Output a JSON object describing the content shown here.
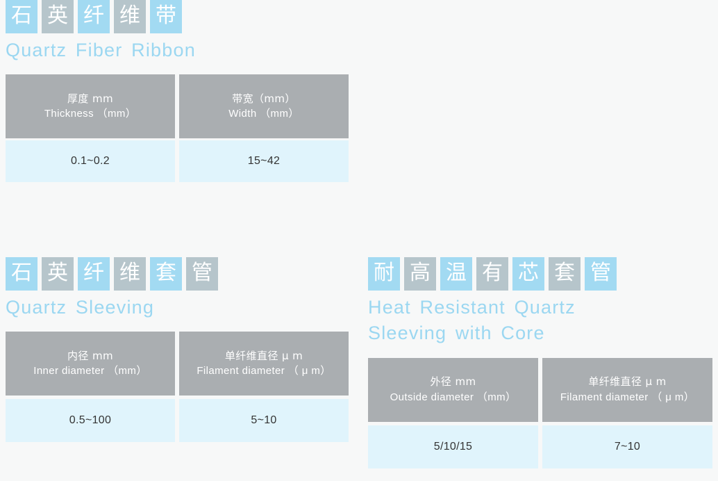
{
  "theme": {
    "page_background": "#f7f8f8",
    "tile_blue": "#a2daf2",
    "tile_gray": "#b6c5cb",
    "english_title_color": "#9bd7f1",
    "table_header_background": "#aaaeb1",
    "table_header_text": "#ffffff",
    "table_body_background": "#e0f4fc",
    "table_body_text": "#333333"
  },
  "sections": [
    {
      "id": "ribbon",
      "cjk_characters": [
        {
          "char": "石",
          "tone": "blue"
        },
        {
          "char": "英",
          "tone": "gray"
        },
        {
          "char": "纤",
          "tone": "blue"
        },
        {
          "char": "维",
          "tone": "gray"
        },
        {
          "char": "带",
          "tone": "blue"
        }
      ],
      "english_title": "Quartz  Fiber  Ribbon",
      "table": {
        "columns": [
          {
            "header_cn": "厚度 mm",
            "header_en": "Thickness （mm）",
            "value": "0.1~0.2"
          },
          {
            "header_cn": "带宽（mm）",
            "header_en": "Width （mm）",
            "value": "15~42"
          }
        ]
      }
    },
    {
      "id": "sleeving",
      "cjk_characters": [
        {
          "char": "石",
          "tone": "blue"
        },
        {
          "char": "英",
          "tone": "gray"
        },
        {
          "char": "纤",
          "tone": "blue"
        },
        {
          "char": "维",
          "tone": "gray"
        },
        {
          "char": "套",
          "tone": "blue"
        },
        {
          "char": "管",
          "tone": "gray"
        }
      ],
      "english_title": "Quartz  Sleeving",
      "table": {
        "columns": [
          {
            "header_cn": "内径 mm",
            "header_en": "Inner diameter （mm）",
            "value": "0.5~100"
          },
          {
            "header_cn": "单纤维直径 μ m",
            "header_en": "Filament diameter （ μ m）",
            "value": "5~10"
          }
        ]
      }
    },
    {
      "id": "core",
      "cjk_characters": [
        {
          "char": "耐",
          "tone": "blue"
        },
        {
          "char": "高",
          "tone": "gray"
        },
        {
          "char": "温",
          "tone": "blue"
        },
        {
          "char": "有",
          "tone": "gray"
        },
        {
          "char": "芯",
          "tone": "blue"
        },
        {
          "char": "套",
          "tone": "gray"
        },
        {
          "char": "管",
          "tone": "blue"
        }
      ],
      "english_title": "Heat  Resistant  Quartz  Sleeving  with  Core",
      "table": {
        "columns": [
          {
            "header_cn": "外径 mm",
            "header_en": "Outside diameter （mm）",
            "value": "5/10/15"
          },
          {
            "header_cn": "单纤维直径 μ m",
            "header_en": "Filament diameter （ μ m）",
            "value": "7~10"
          }
        ]
      }
    }
  ]
}
